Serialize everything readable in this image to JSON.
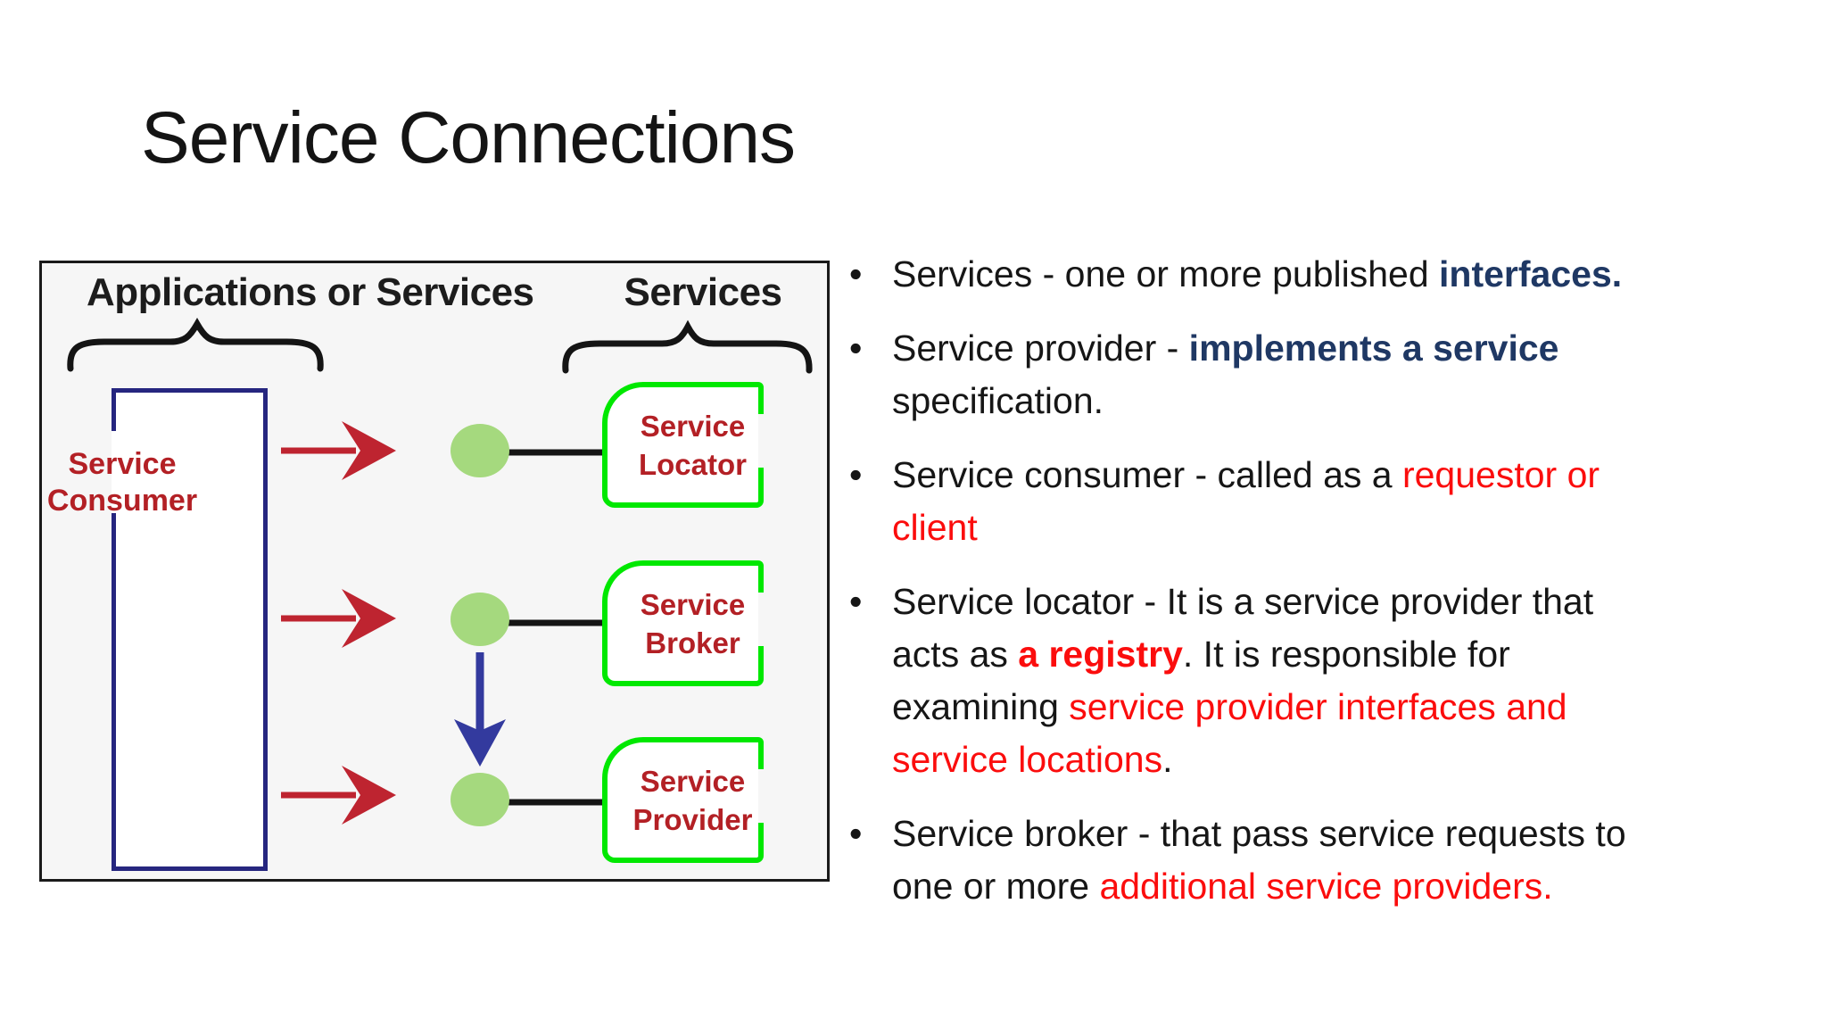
{
  "title": "Service Connections",
  "colors": {
    "body_text": "#161616",
    "navy_bold_text": "#1f3864",
    "red_text": "#fb0d0d",
    "diagram_label_red": "#b32025",
    "arrow_red": "#be2430",
    "consumer_border_navy": "#26267f",
    "blue_arrow": "#333a9e",
    "service_box_green": "#00e800",
    "circle_green": "#a5d97e",
    "diagram_background": "#f6f6f6",
    "slide_background": "#ffffff"
  },
  "diagram": {
    "left_group_label": "Applications or Services",
    "right_group_label": "Services",
    "consumer": {
      "lines": [
        "Service",
        "Consumer"
      ]
    },
    "boxes": [
      {
        "lines": [
          "Service",
          "Locator"
        ]
      },
      {
        "lines": [
          "Service",
          "Broker"
        ]
      },
      {
        "lines": [
          "Service",
          "Provider"
        ]
      }
    ]
  },
  "bullets": [
    {
      "marker": "•",
      "segments": [
        {
          "text": "Services - one or more published "
        },
        {
          "text": "interfaces.",
          "style": "navy"
        }
      ]
    },
    {
      "marker": "•",
      "segments": [
        {
          "text": "Service provider - "
        },
        {
          "text": "implements a service",
          "style": "navy"
        },
        {
          "text": "specification.",
          "br": true
        }
      ]
    },
    {
      "marker": "•",
      "segments": [
        {
          "text": "Service consumer - called as a "
        },
        {
          "text": "requestor or",
          "style": "red"
        },
        {
          "text": "client",
          "style": "red",
          "br": true
        }
      ]
    },
    {
      "marker": "•",
      "segments": [
        {
          "text": "Service locator - It is a service provider that"
        },
        {
          "text": "acts as ",
          "br": true
        },
        {
          "text": "a registry",
          "style": "redb"
        },
        {
          "text": ". It is responsible for"
        },
        {
          "text": "examining ",
          "br": true
        },
        {
          "text": "service provider interfaces and",
          "style": "red"
        },
        {
          "text": "service locations",
          "style": "red",
          "br": true
        },
        {
          "text": "."
        }
      ]
    },
    {
      "marker": "•",
      "segments": [
        {
          "text": "Service broker - that pass service requests to"
        },
        {
          "text": "one or more ",
          "br": true
        },
        {
          "text": "additional service providers.",
          "style": "red"
        }
      ]
    }
  ]
}
